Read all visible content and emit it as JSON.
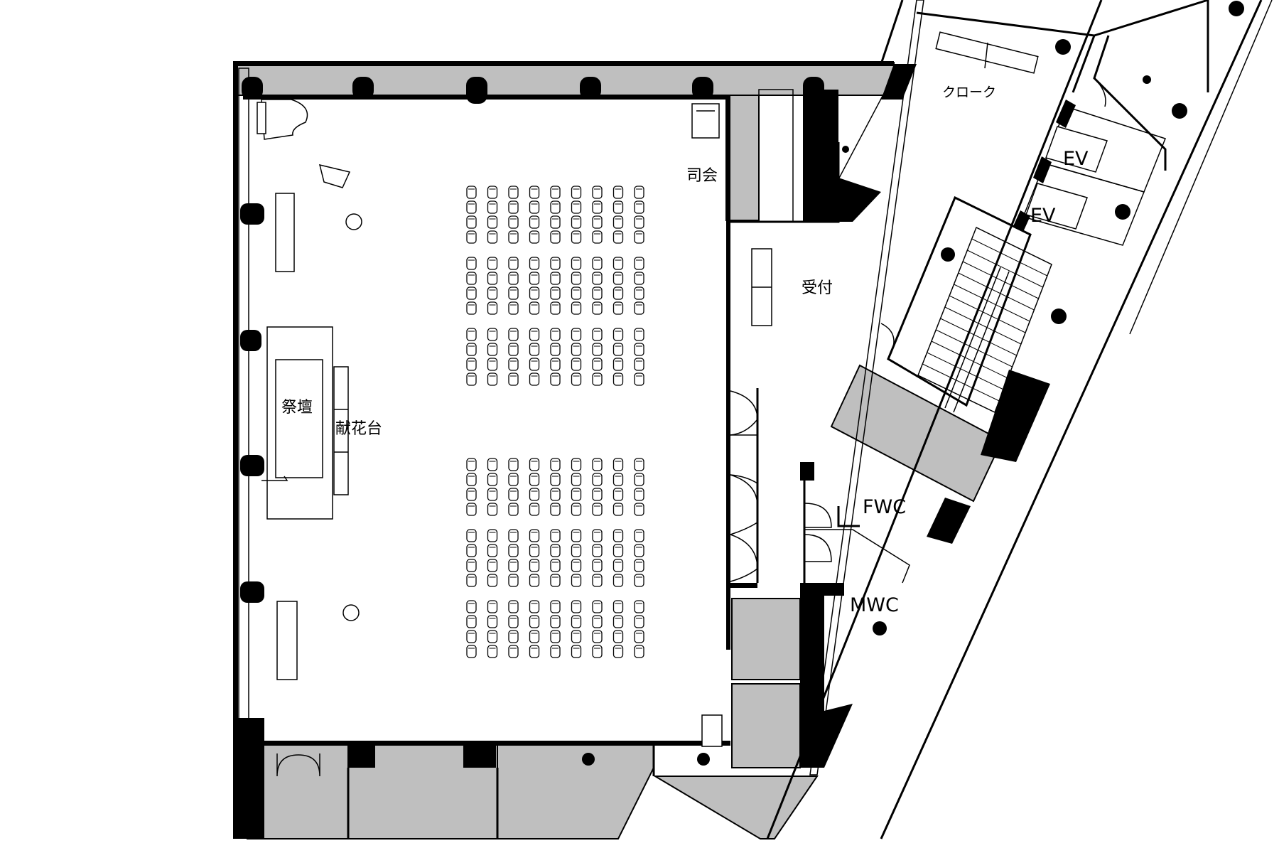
{
  "labels": {
    "cloak": "クローク",
    "ev_upper": "EV",
    "ev_lower": "EV",
    "mc": "司会",
    "reception": "受付",
    "altar": "祭壇",
    "flower_stand": "献花台",
    "fwc": "FWC",
    "mwc": "MWC"
  },
  "seating": {
    "columns": 9,
    "blocks": [
      {
        "rows": 4
      },
      {
        "rows": 4
      },
      {
        "rows": 4
      },
      {
        "rows": 4
      },
      {
        "rows": 4
      },
      {
        "rows": 4
      }
    ]
  }
}
